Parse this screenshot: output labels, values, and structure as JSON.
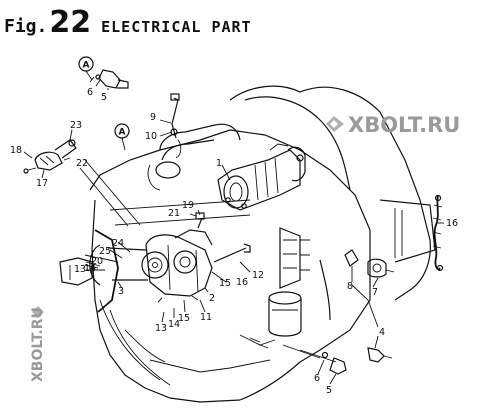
{
  "header": {
    "prefix": "Fig.",
    "number": "22",
    "title": "ELECTRICAL PART"
  },
  "watermark": {
    "text": "XBOLT.RU"
  },
  "reference_marks": {
    "a": "A"
  },
  "callouts": {
    "c1": "1",
    "c2": "2",
    "c3": "3",
    "c4": "4",
    "c5": "5",
    "c6": "6",
    "c7": "7",
    "c8": "8",
    "c9": "9",
    "c10": "10",
    "c11": "11",
    "c12": "12",
    "c13": "13",
    "c14": "14",
    "c15": "15",
    "c16": "16",
    "c17": "17",
    "c18": "18",
    "c19": "19",
    "c20": "20",
    "c21": "21",
    "c22": "22",
    "c23": "23",
    "c24": "24",
    "c25": "25"
  }
}
